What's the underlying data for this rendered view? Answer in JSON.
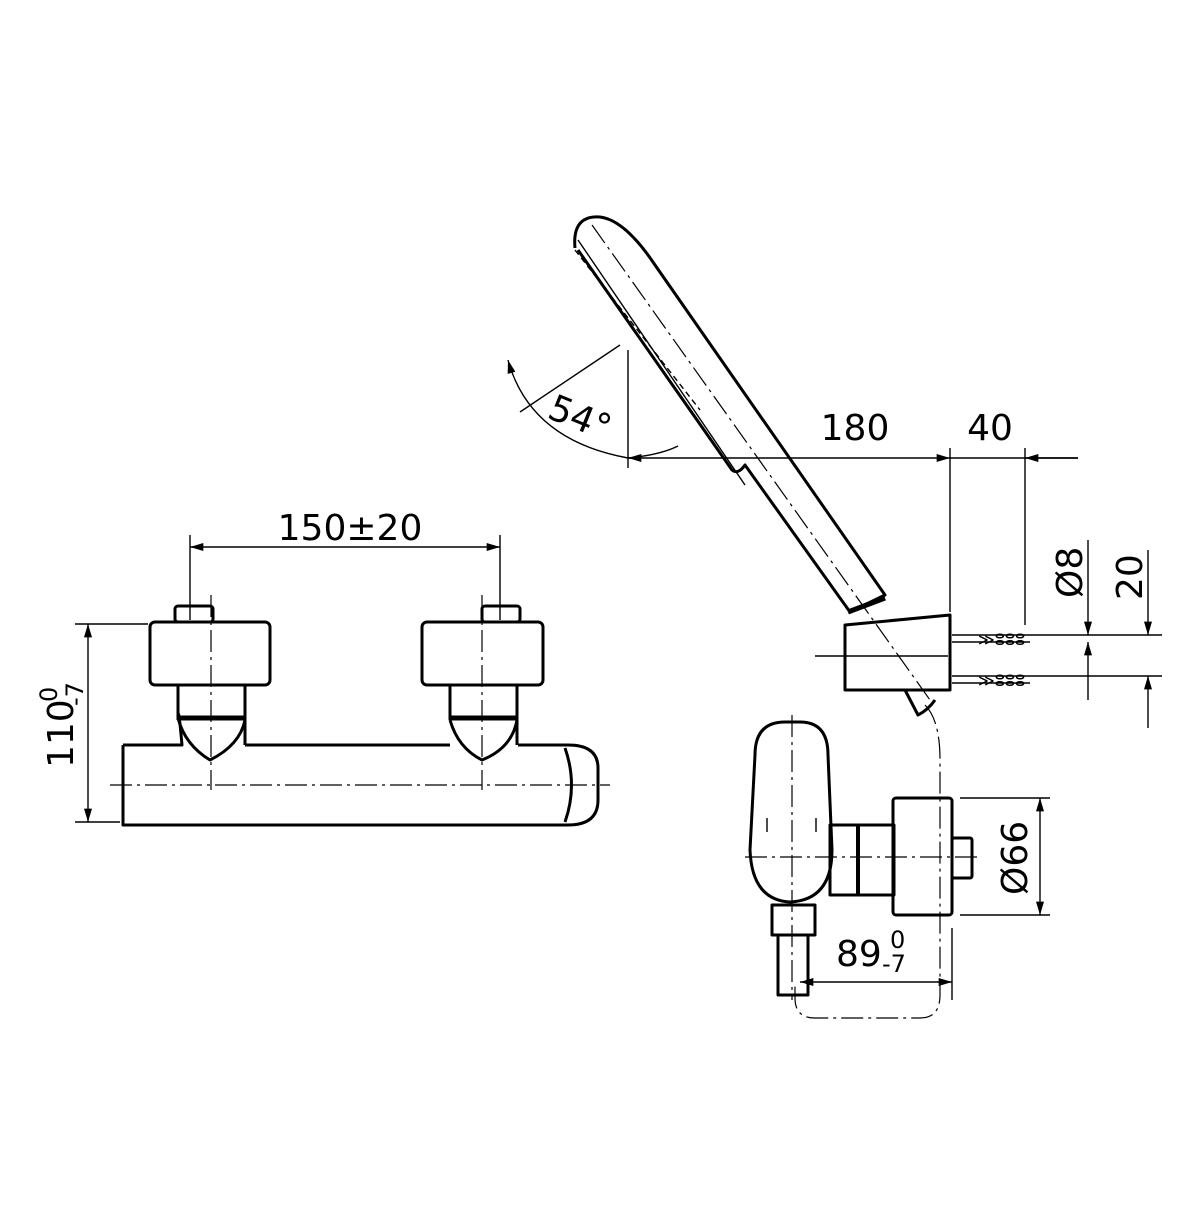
{
  "drawing": {
    "left_view": {
      "spacing_label": "150±20",
      "height_label": "110",
      "height_tol_upper": "0",
      "height_tol_lower": "-7"
    },
    "shower_view": {
      "angle_label": "54°",
      "length_label": "180",
      "offset_label": "40",
      "hose_dia_label": "Ø8",
      "hose_pitch_label": "20"
    },
    "side_view": {
      "disc_dia_label": "Ø66",
      "depth_label": "89",
      "depth_tol_upper": "0",
      "depth_tol_lower": "-7"
    }
  }
}
